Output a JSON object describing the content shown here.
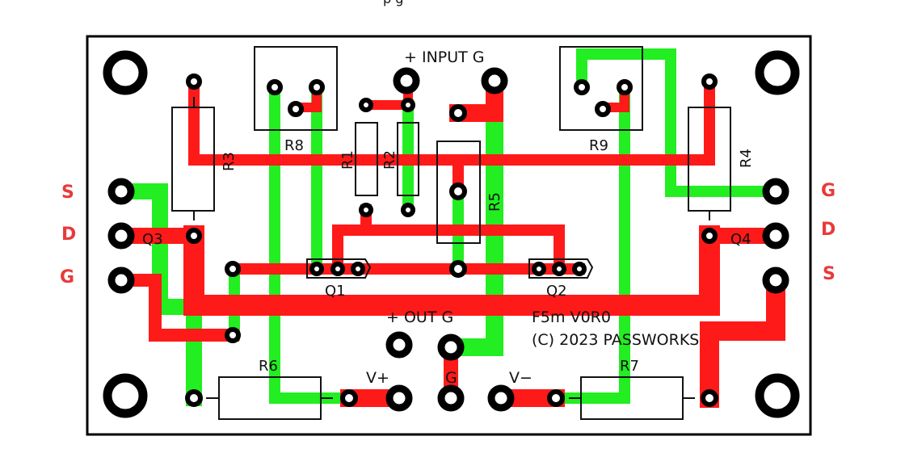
{
  "colors": {
    "top_trace": "#ff1a1a",
    "bottom_trace": "#22ee22",
    "pad": "#000000",
    "silkscreen": "#111111",
    "pin_label": "#e83a3a",
    "board_outline": "#000000"
  },
  "header_fragment": "p  g",
  "connectors": {
    "input": "+ INPUT G",
    "output": "+ OUT G",
    "vplus": "V+",
    "vminus": "V−",
    "ground": "G"
  },
  "components": {
    "r1": "R1",
    "r2": "R2",
    "r3": "R3",
    "r4": "R4",
    "r5": "R5",
    "r6": "R6",
    "r7": "R7",
    "r8": "R8",
    "r9": "R9",
    "q1": "Q1",
    "q2": "Q2",
    "q3": "Q3",
    "q4": "Q4"
  },
  "board_info": {
    "version": "F5m V0R0",
    "copyright": "(C) 2023  PASSWORKS"
  },
  "left_pins": [
    "S",
    "D",
    "G"
  ],
  "right_pins": [
    "G",
    "D",
    "S"
  ]
}
